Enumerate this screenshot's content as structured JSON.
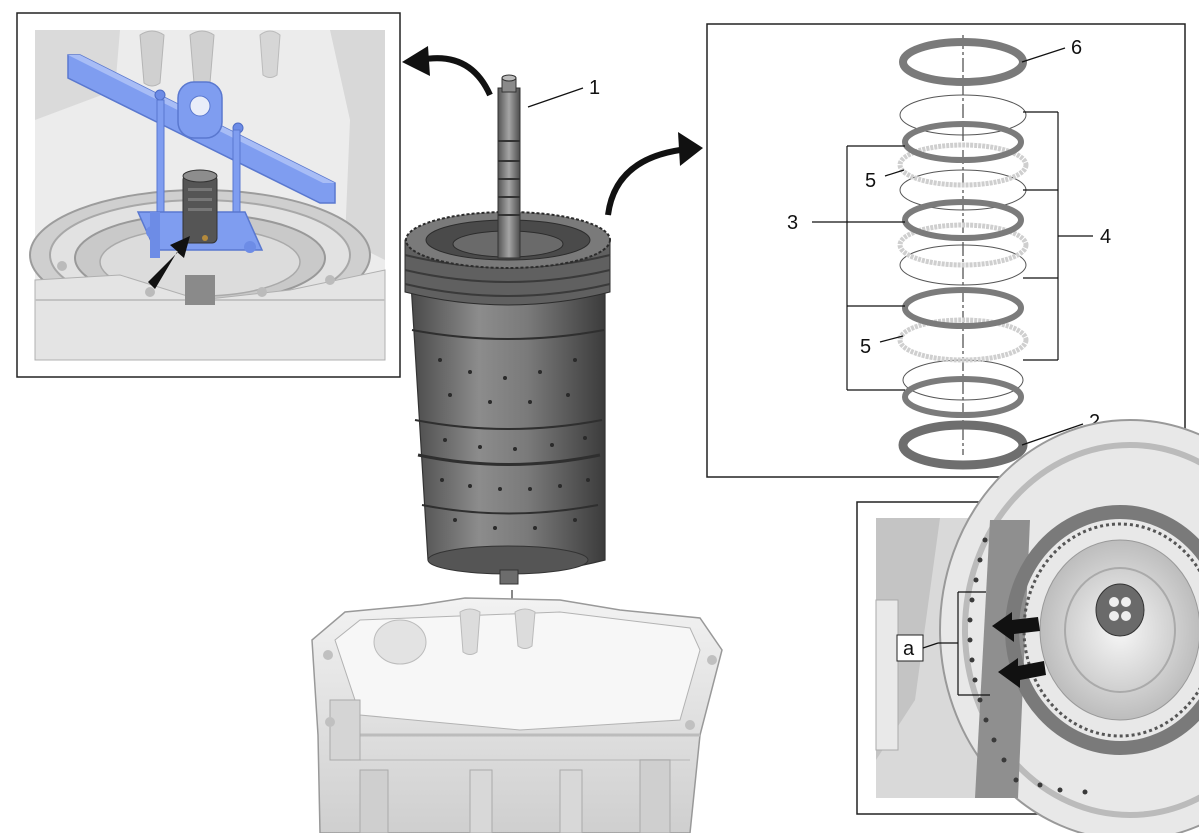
{
  "callouts": {
    "c1": "1",
    "c2": "2",
    "c3": "3",
    "c4": "4",
    "c5a": "5",
    "c5b": "5",
    "c6": "6",
    "ca": "a"
  },
  "colors": {
    "tool_blue": "#7f9df0",
    "tool_blue_dark": "#5a78cf",
    "metal_dark": "#6e6e6e",
    "metal_mid": "#9a9a9a",
    "housing_light": "#e6e6e6",
    "frame": "#222222"
  }
}
